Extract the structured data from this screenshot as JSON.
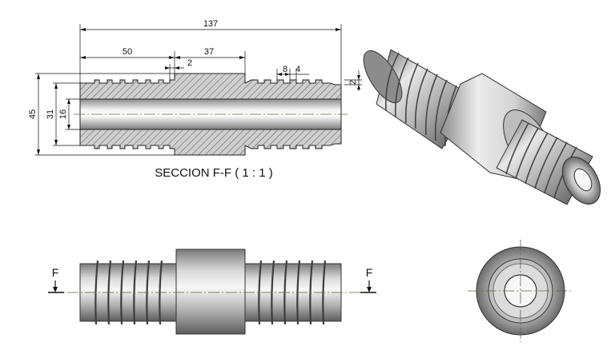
{
  "section_caption": "SECCION F-F ( 1 : 1 )",
  "dimensions": {
    "overall_length": "137",
    "left_thread_length": "50",
    "relief_width": "2",
    "collar_length": "37",
    "pitch": "8",
    "thread_width": "4",
    "thread_depth": "2",
    "collar_diameter": "45",
    "thread_diameter": "31",
    "bore_diameter": "16"
  },
  "section_marker_left": "F",
  "section_marker_right": "F",
  "colors": {
    "hatch_fill": "#c9c9c9",
    "metal_dark": "#6e6e6e",
    "metal_light": "#f2f2f2",
    "centerline": "#5a6b3a"
  }
}
